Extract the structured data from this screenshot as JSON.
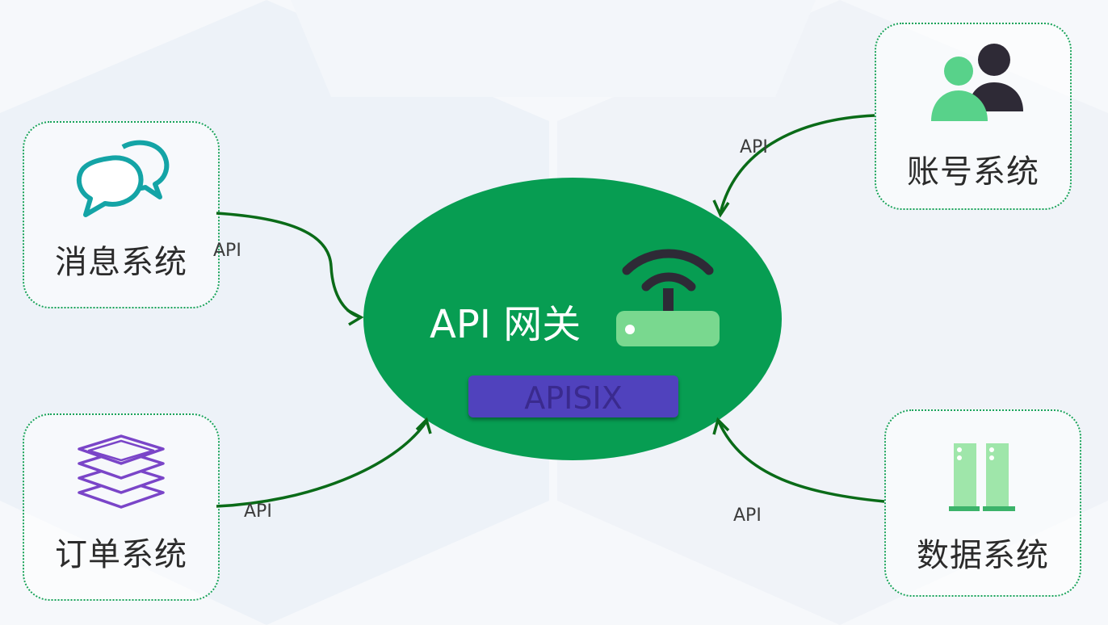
{
  "gateway": {
    "title": "API 网关",
    "badge": "APISIX"
  },
  "nodes": {
    "message": {
      "label": "消息系统",
      "icon": "chat-bubbles-icon"
    },
    "order": {
      "label": "订单系统",
      "icon": "layers-icon"
    },
    "account": {
      "label": "账号系统",
      "icon": "users-icon"
    },
    "data": {
      "label": "数据系统",
      "icon": "server-icon"
    }
  },
  "edges": {
    "message_label": "API",
    "order_label": "API",
    "account_label": "API",
    "data_label": "API"
  },
  "colors": {
    "gateway_green": "#079d52",
    "arrow_green": "#0a6b18",
    "badge_purple": "#5042bd",
    "router_light_green": "#79d88f",
    "icon_teal": "#14a4a6",
    "icon_purple": "#7a45c8",
    "user_green": "#58d28a",
    "user_dark": "#2e2a36",
    "server_green": "#9fe6aa"
  }
}
